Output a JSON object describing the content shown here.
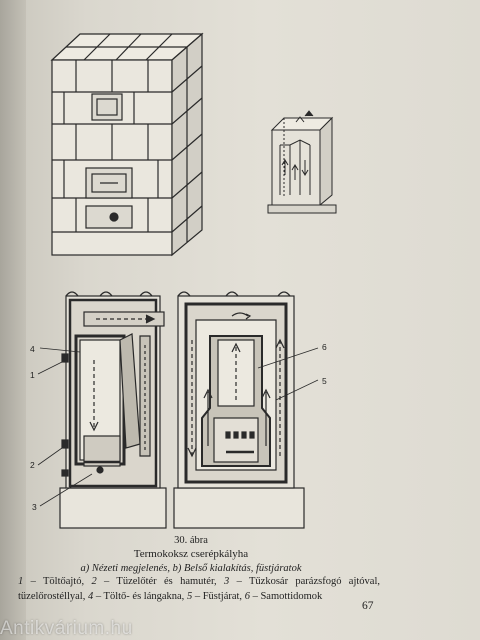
{
  "figure": {
    "number_label": "30. ábra",
    "title": "Termokoksz cserépkályha",
    "subtitle_a_key": "a)",
    "subtitle_a": " Nézeti megjelenés, ",
    "subtitle_b_key": "b)",
    "subtitle_b": " Belső kialakítás, füstjáratok",
    "callouts": [
      "4",
      "1",
      "2",
      "3",
      "6",
      "5"
    ]
  },
  "legend": [
    {
      "key": "1",
      "text": " – Töltőajtó, "
    },
    {
      "key": "2",
      "text": " – Tüzelőtér és hamutér, "
    },
    {
      "key": "3",
      "text": " – Tűzkosár parázsfogó ajtóval, tüzelőrostéllyal, "
    },
    {
      "key": "4",
      "text": " – Töltő- és lángakna, "
    },
    {
      "key": "5",
      "text": " – Füstjárat, "
    },
    {
      "key": "6",
      "text": " – Samottidomok"
    }
  ],
  "page_number": "67",
  "watermark": "Antikvárium.hu"
}
